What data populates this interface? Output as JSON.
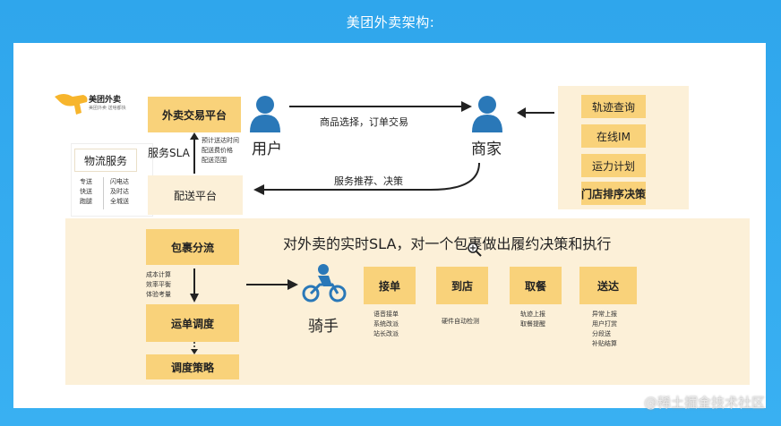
{
  "title": "美团外卖架构:",
  "logo": {
    "name": "美团外卖",
    "tagline": "美团外卖 送啥都快"
  },
  "logistics": {
    "title": "物流服务",
    "left": [
      "专送",
      "快送",
      "跑腿"
    ],
    "right": [
      "闪电达",
      "及时达",
      "全城送"
    ]
  },
  "platforms": {
    "trade": "外卖交易平台",
    "sla": "服务SLA",
    "sla_details": [
      "预计送达时间",
      "配送费价格",
      "配送范围"
    ],
    "delivery": "配送平台"
  },
  "actors": {
    "user": "用户",
    "merchant": "商家",
    "rider": "骑手"
  },
  "arrows": {
    "top": "商品选择，订单交易",
    "bottom": "服务推荐、决策"
  },
  "merchant_tools": [
    "轨迹查询",
    "在线IM",
    "运力计划",
    "门店排序决策"
  ],
  "headline": "对外卖的实时SLA，对一个包裹做出履约决策和执行",
  "flow": {
    "split": "包裹分流",
    "split_details": [
      "成本计算",
      "效率平衡",
      "体验考量"
    ],
    "dispatch": "运单调度",
    "strategy": "调度策略"
  },
  "steps": [
    {
      "label": "接单",
      "details": [
        "语音接单",
        "系统改派",
        "站长改派"
      ]
    },
    {
      "label": "到店",
      "details": [
        "硬件自动检测"
      ]
    },
    {
      "label": "取餐",
      "details": [
        "轨迹上报",
        "取餐提醒"
      ]
    },
    {
      "label": "送达",
      "details": [
        "异常上报",
        "用户打赏",
        "分段送",
        "补贴结算"
      ]
    }
  ],
  "watermark": "@稀土掘金技术社区",
  "colors": {
    "frame": "#32a9ee",
    "box": "#f9d27a",
    "panel": "#fcf0d8",
    "icon": "#2a78b8"
  }
}
